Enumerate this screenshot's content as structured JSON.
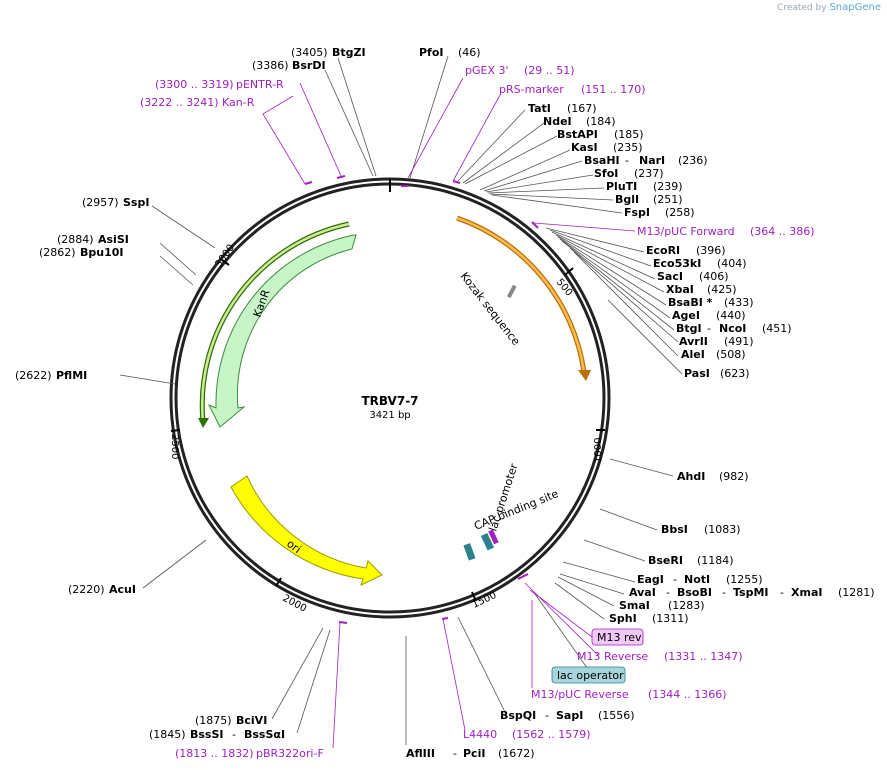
{
  "watermark": {
    "prefix": "Created by",
    "brand": "SnapGene"
  },
  "plasmid": {
    "name": "TRBV7-7",
    "length_label": "3421 bp",
    "length": 3421
  },
  "ticks": [
    "500",
    "1000",
    "1500",
    "2000",
    "2500",
    "3000"
  ],
  "features": [
    {
      "name": "KanR",
      "color": "#c8f5c8",
      "stroke": "#3c8a3c"
    },
    {
      "name": "ori",
      "color": "#ffff00",
      "stroke": "#9a9a00"
    },
    {
      "name": "Kozak sequence"
    },
    {
      "name": "CAP binding site"
    },
    {
      "name": "lac promoter"
    }
  ],
  "labels": [
    {
      "pos": "(3405)",
      "name": "BtgZI"
    },
    {
      "pos": "(3386)",
      "name": "BsrDI"
    },
    {
      "name": "PfoI",
      "pos": "(46)"
    },
    {
      "range": "(3300 .. 3319)",
      "name": "pENTR-R"
    },
    {
      "range": "(3222 .. 3241)",
      "name": "Kan-R"
    },
    {
      "name": "pGEX 3'",
      "range": "(29 .. 51)"
    },
    {
      "name": "pRS-marker",
      "range": "(151 .. 170)"
    },
    {
      "name": "TatI",
      "pos": "(167)"
    },
    {
      "name": "NdeI",
      "pos": "(184)"
    },
    {
      "name": "BstAPI",
      "pos": "(185)"
    },
    {
      "name": "KasI",
      "pos": "(235)"
    },
    {
      "name": "BsaHI",
      "name2": "NarI",
      "pos": "(236)"
    },
    {
      "name": "SfoI",
      "pos": "(237)"
    },
    {
      "name": "PluTI",
      "pos": "(239)"
    },
    {
      "name": "BglI",
      "pos": "(251)"
    },
    {
      "name": "FspI",
      "pos": "(258)"
    },
    {
      "name": "M13/pUC Forward",
      "range": "(364 .. 386)"
    },
    {
      "name": "EcoRI",
      "pos": "(396)"
    },
    {
      "name": "Eco53kI",
      "pos": "(404)"
    },
    {
      "name": "SacI",
      "pos": "(406)"
    },
    {
      "name": "XbaI",
      "pos": "(425)"
    },
    {
      "name": "BsaBI *",
      "pos": "(433)"
    },
    {
      "name": "AgeI",
      "pos": "(440)"
    },
    {
      "name": "BtgI",
      "name2": "NcoI",
      "pos": "(451)"
    },
    {
      "name": "AvrII",
      "pos": "(491)"
    },
    {
      "name": "AleI",
      "pos": "(508)"
    },
    {
      "name": "PasI",
      "pos": "(623)"
    },
    {
      "name": "AhdI",
      "pos": "(982)"
    },
    {
      "name": "BbsI",
      "pos": "(1083)"
    },
    {
      "name": "BseRI",
      "pos": "(1184)"
    },
    {
      "name": "EagI",
      "name2": "NotI",
      "pos": "(1255)"
    },
    {
      "name": "AvaI",
      "name2": "BsoBI",
      "name3": "TspMI",
      "name4": "XmaI",
      "pos": "(1281)"
    },
    {
      "name": "SmaI",
      "pos": "(1283)"
    },
    {
      "name": "SphI",
      "pos": "(1311)"
    },
    {
      "name": "M13 rev"
    },
    {
      "name": "M13 Reverse",
      "range": "(1331 .. 1347)"
    },
    {
      "name": "lac operator"
    },
    {
      "name": "M13/pUC Reverse",
      "range": "(1344 .. 1366)"
    },
    {
      "name": "BspQI",
      "name2": "SapI",
      "pos": "(1556)"
    },
    {
      "name": "L4440",
      "range": "(1562 .. 1579)"
    },
    {
      "name": "AflIII",
      "name2": "PciI",
      "pos": "(1672)"
    },
    {
      "pos": "(2957)",
      "name": "SspI"
    },
    {
      "pos": "(2884)",
      "name": "AsiSI"
    },
    {
      "pos": "(2862)",
      "name": "Bpu10I"
    },
    {
      "pos": "(2622)",
      "name": "PflMI"
    },
    {
      "pos": "(2220)",
      "name": "AcuI"
    },
    {
      "pos": "(1875)",
      "name": "BciVI"
    },
    {
      "pos": "(1845)",
      "name": "BssSI",
      "name2": "BssSαI"
    },
    {
      "range": "(1813 .. 1832)",
      "name": "pBR322ori-F"
    }
  ]
}
